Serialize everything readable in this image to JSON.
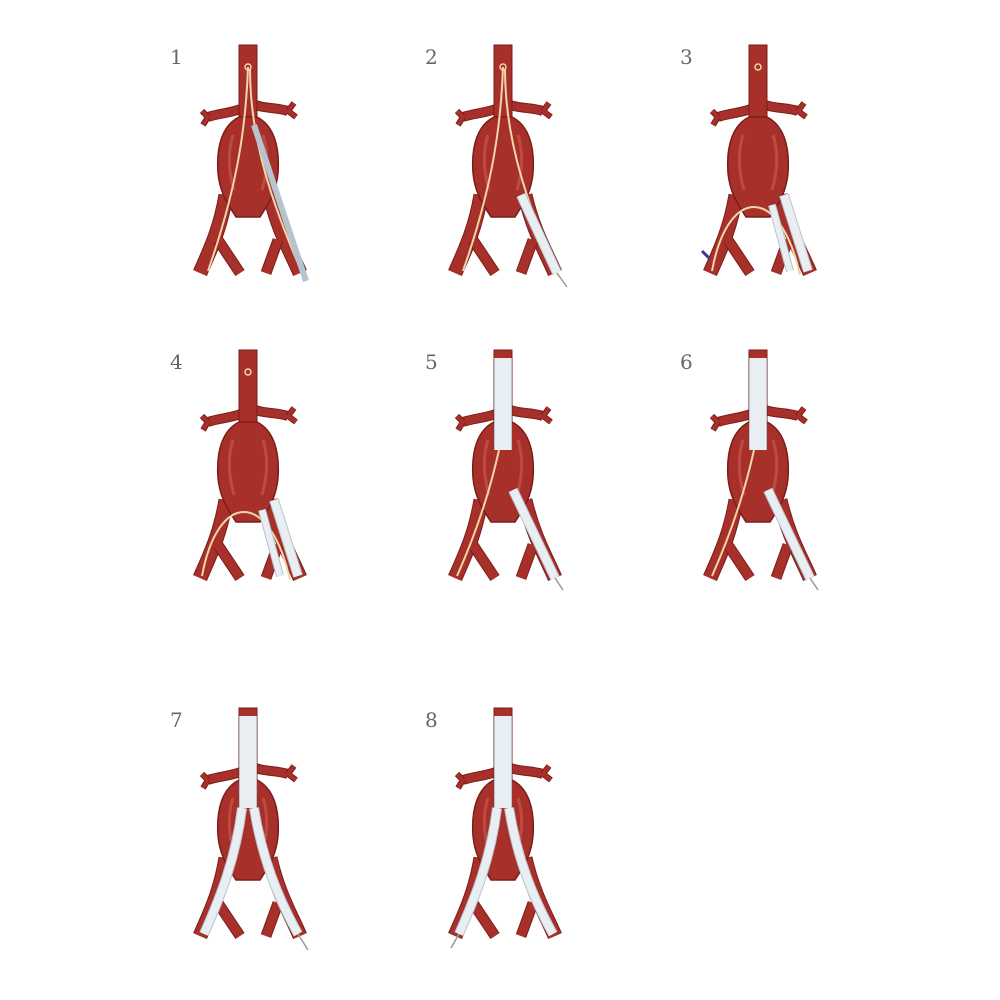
{
  "panels": [
    {
      "label": "1",
      "stage": 1
    },
    {
      "label": "2",
      "stage": 2
    },
    {
      "label": "3",
      "stage": 3
    },
    {
      "label": "4",
      "stage": 4
    },
    {
      "label": "5",
      "stage": 5
    },
    {
      "label": "6",
      "stage": 6
    },
    {
      "label": "7",
      "stage": 7
    },
    {
      "label": "8",
      "stage": 8
    }
  ],
  "colors": {
    "vessel": "#a8302a",
    "vessel_dark": "#7a1d18",
    "vessel_light": "#c8574b",
    "graft": "#e9eef2",
    "graft_edge": "#b7c4cf",
    "wire": "#f1d6a8",
    "label": "#666666"
  }
}
